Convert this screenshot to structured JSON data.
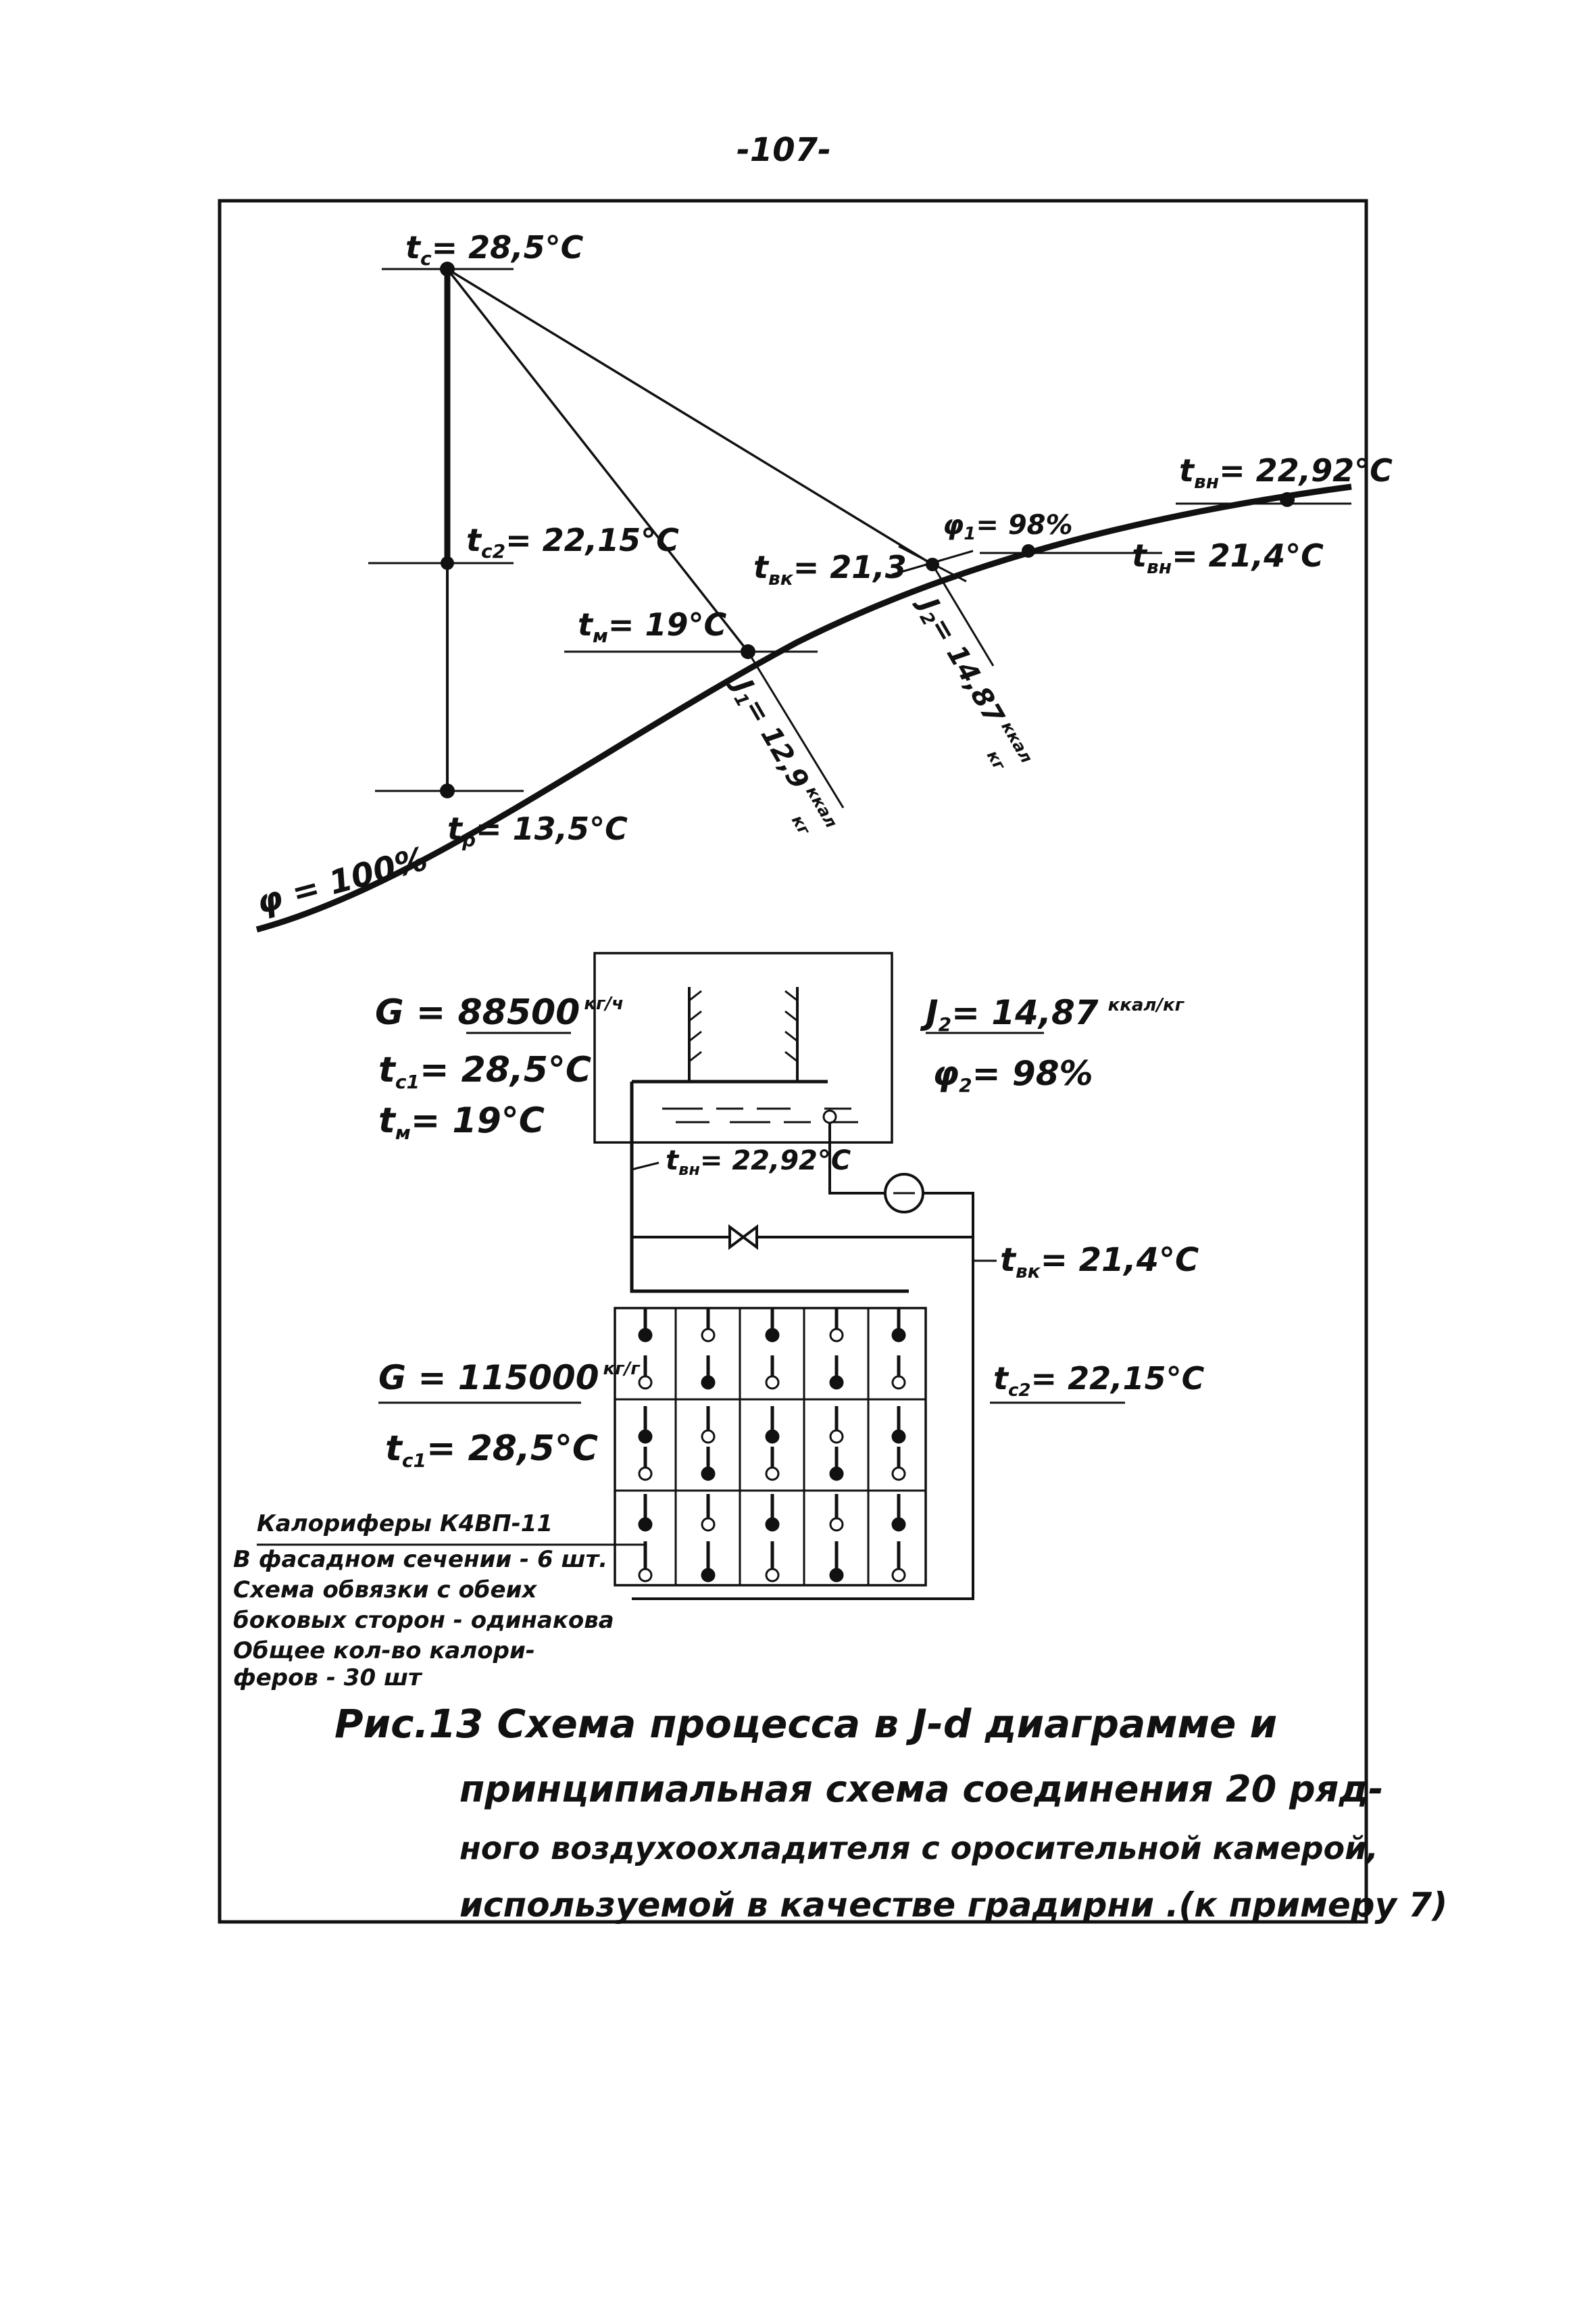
{
  "page_number": "-107-",
  "jd": {
    "tc": "t",
    "tc_sub": "c",
    "tc_val": "= 28,5°C",
    "tc2": "t",
    "tc2_sub": "c2",
    "tc2_val": "= 22,15°C",
    "tm": "t",
    "tm_sub": "м",
    "tm_val": "= 19°C",
    "tp": "t",
    "tp_sub": "р",
    "tp_val": "= 13,5°C",
    "tvk_top": "t",
    "tvk_top_sub": "вк",
    "tvk_top_val": "= 21,3",
    "phi1": "φ",
    "phi1_sub": "1",
    "phi1_val": "= 98%",
    "tvn_top": "t",
    "tvn_top_sub": "вн",
    "tvn_top_val": "= 22,92°C",
    "tvn2": "t",
    "tvn2_sub": "вн",
    "tvn2_val": "= 21,4°C",
    "phi100": "φ = 100%",
    "j1": "J",
    "j1_sub": "1",
    "j1_val": "= 12,9",
    "j1_unit_num": "ккал",
    "j1_unit_den": "кг",
    "j2": "J",
    "j2_sub": "2",
    "j2_val": "= 14,87",
    "j2_unit_num": "ккал",
    "j2_unit_den": "кг"
  },
  "schema": {
    "g1": "G = 88500",
    "g1_unit": "кг/ч",
    "tc1": "t",
    "tc1_sub": "c1",
    "tc1_val": "= 28,5°C",
    "tm": "t",
    "tm_sub": "м",
    "tm_val": "= 19°C",
    "j2": "J",
    "j2_sub": "2",
    "j2_val": "= 14,87",
    "j2_unit": "ккал/кг",
    "phi2": "φ",
    "phi2_sub": "2",
    "phi2_val": "= 98%",
    "tvn": "t",
    "tvn_sub": "вн",
    "tvn_val": "= 22,92°C",
    "tvk": "t",
    "tvk_sub": "вк",
    "tvk_val": "= 21,4°C",
    "g2": "G = 115000",
    "g2_unit": "кг/г",
    "tc1b": "t",
    "tc1b_sub": "c1",
    "tc1b_val": "= 28,5°C",
    "tc2": "t",
    "tc2_sub": "c2",
    "tc2_val": "= 22,15°C",
    "notes": [
      "Калориферы К4ВП-11",
      "В фасадном сечении - 6 шт.",
      "Схема обвязки с обеих",
      "боковых сторон - одинакова",
      "Общее кол-во калори-",
      "феров - 30 шт"
    ]
  },
  "caption": [
    "Рис.13  Схема процесса в J-d диаграмме и",
    "принципиальная  схема  соединения 20 ряд-",
    "ного воздухоохладителя с оросительной камерой,",
    "используемой в качестве градирни .(к примеру 7)"
  ]
}
